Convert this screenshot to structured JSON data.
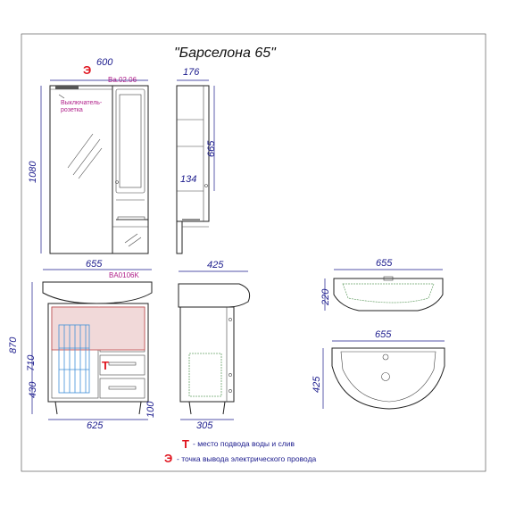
{
  "title": "\"Барселона 65\"",
  "mirror": {
    "width": "600",
    "height": "1080",
    "code": "Ba.02.06",
    "socket_label_1": "Выключатель-",
    "socket_label_2": "розетка",
    "socket_mark": "Э"
  },
  "mirror_side": {
    "depth": "176",
    "shelf_height": "665",
    "bottom_gap": "134"
  },
  "cabinet": {
    "width": "655",
    "code": "BA0106K",
    "height_total": "870",
    "height_body": "710",
    "height_lower": "430",
    "legs": "100",
    "base_width": "625",
    "water_mark": "Т"
  },
  "cabinet_side": {
    "depth": "425",
    "base_depth": "305"
  },
  "sink_front": {
    "width": "655",
    "height": "220"
  },
  "sink_top": {
    "width": "655",
    "depth": "425"
  },
  "legend": {
    "t_mark": "Т",
    "t_text": "- место подвода воды и слив",
    "e_mark": "Э",
    "e_text": "- точка вывода электрического провода"
  }
}
